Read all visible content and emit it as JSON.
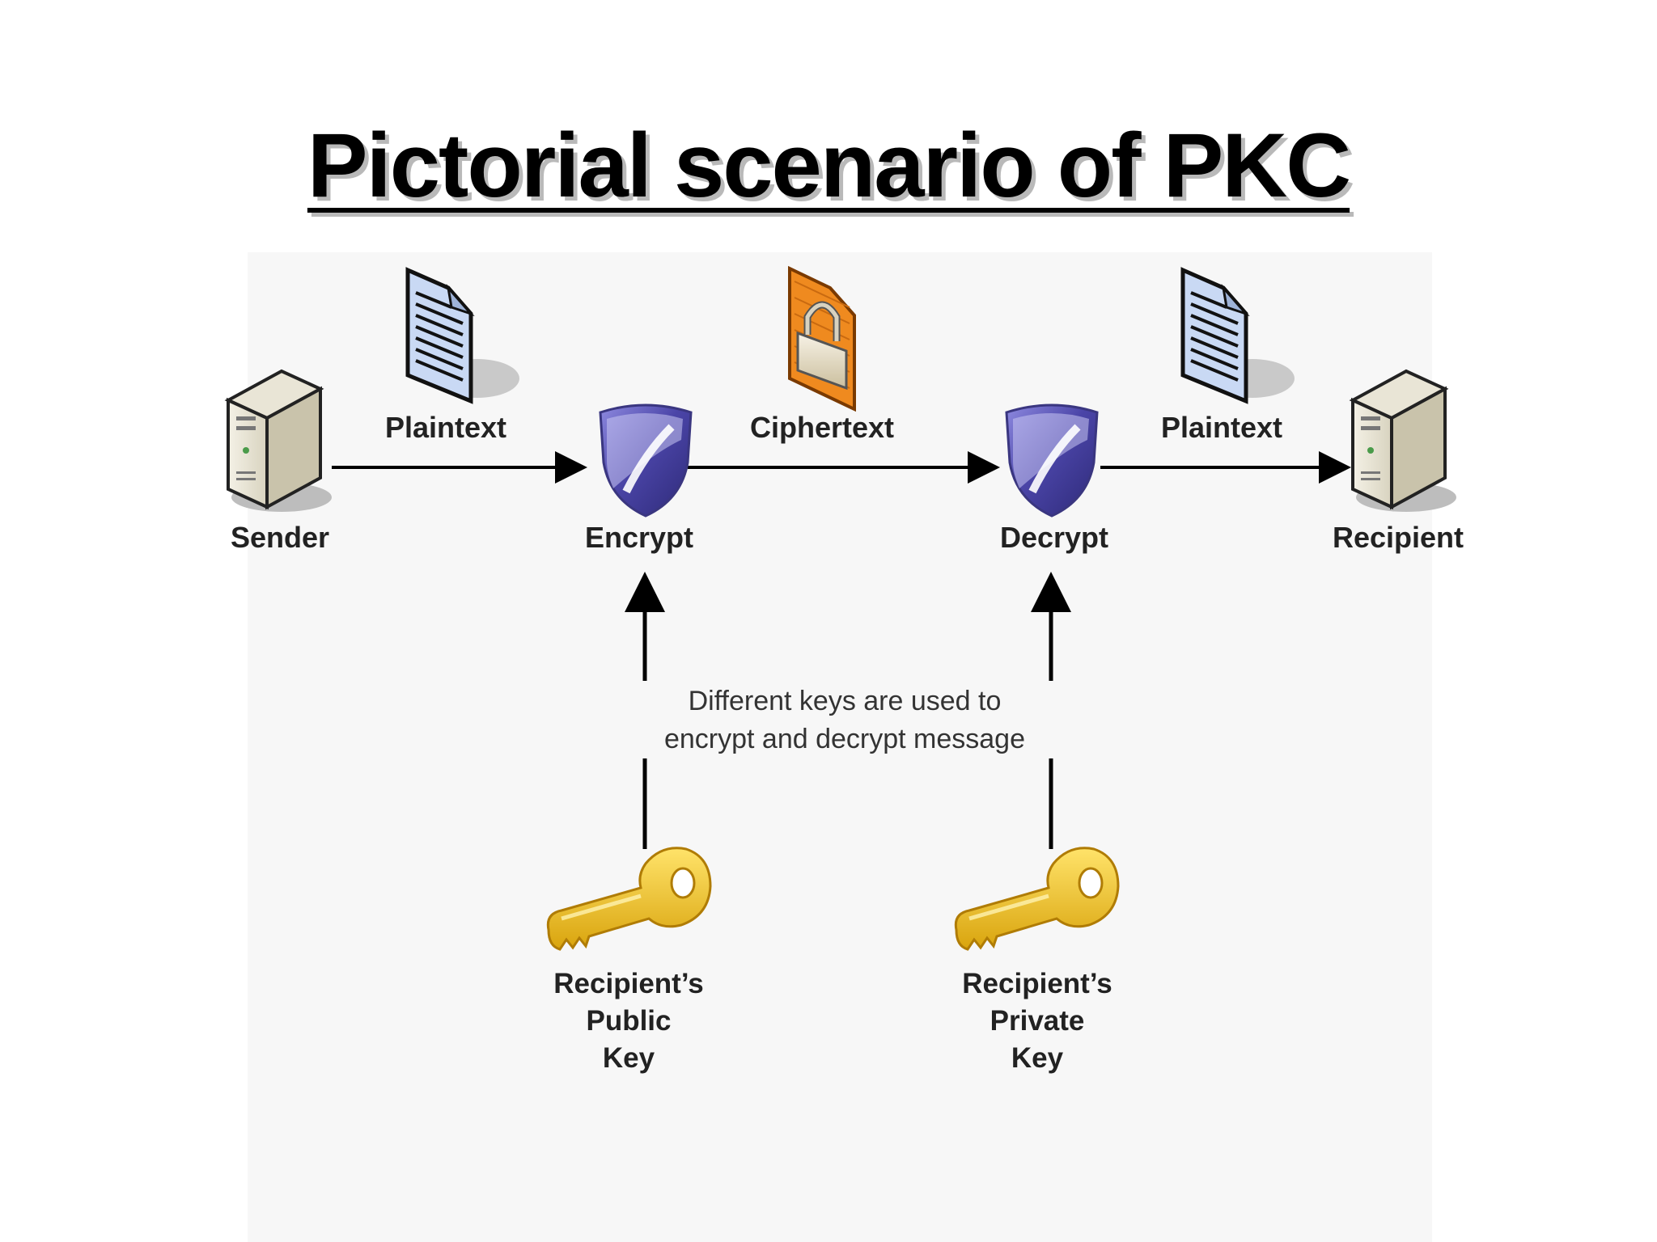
{
  "title": "Pictorial scenario of PKC",
  "nodes": {
    "sender": "Sender",
    "encrypt": "Encrypt",
    "decrypt": "Decrypt",
    "recipient": "Recipient"
  },
  "messages": {
    "plaintext_in": "Plaintext",
    "ciphertext": "Ciphertext",
    "plaintext_out": "Plaintext"
  },
  "note": {
    "line1": "Different keys are used to",
    "line2": "encrypt and decrypt message"
  },
  "keys": {
    "public": {
      "line1": "Recipient’s",
      "line2": "Public",
      "line3": "Key"
    },
    "private": {
      "line1": "Recipient’s",
      "line2": "Private",
      "line3": "Key"
    }
  },
  "colors": {
    "key_gold": "#f2c218",
    "lock_orange": "#ef8a1f",
    "shield_purple": "#5b55b8",
    "document_blue": "#c9d9f4"
  },
  "icons": [
    "server-icon",
    "document-icon",
    "locked-document-icon",
    "shield-icon",
    "key-icon"
  ]
}
